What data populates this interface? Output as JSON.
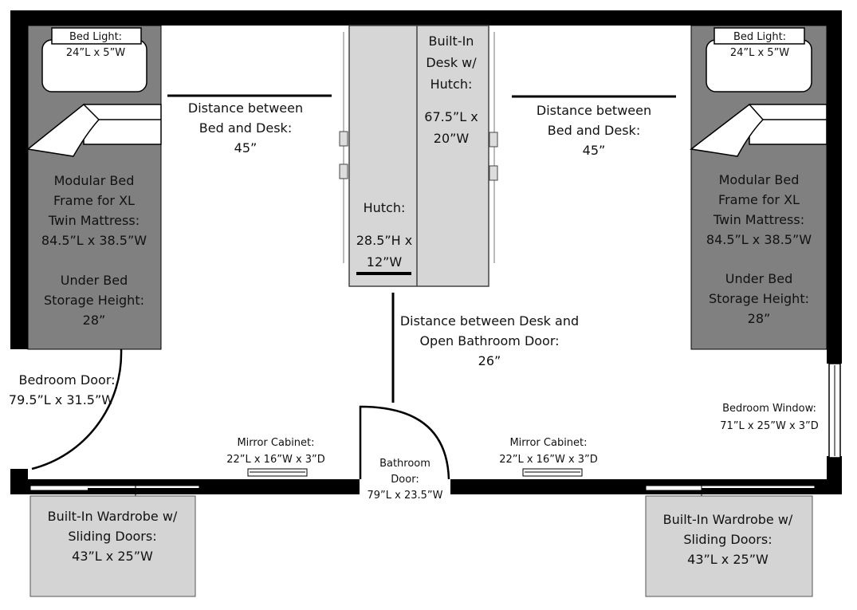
{
  "colors": {
    "wall": "#000000",
    "bed": "#808080",
    "desk": "#d6d6d6",
    "wardrobe": "#d4d4d4",
    "pillow": "#ffffff"
  },
  "left_bed": {
    "light_label": "Bed Light:",
    "light_size": "24”L x 5”W",
    "frame_lines": [
      "Modular Bed",
      "Frame for XL",
      "Twin Mattress:",
      "84.5”L x 38.5”W"
    ],
    "storage_lines": [
      "Under Bed",
      "Storage Height:",
      "28”"
    ]
  },
  "right_bed": {
    "light_label": "Bed Light:",
    "light_size": "24”L x 5”W",
    "frame_lines": [
      "Modular Bed",
      "Frame for XL",
      "Twin Mattress:",
      "84.5”L x 38.5”W"
    ],
    "storage_lines": [
      "Under Bed",
      "Storage Height:",
      "28”"
    ]
  },
  "desk": {
    "lines": [
      "Built-In",
      "Desk w/",
      "Hutch:"
    ],
    "size_lines": [
      "67.5”L x",
      "20”W"
    ]
  },
  "hutch": {
    "label": "Hutch:",
    "size_lines": [
      "28.5”H x",
      "12”W"
    ]
  },
  "dist_left": [
    "Distance between",
    "Bed and Desk:",
    "45”"
  ],
  "dist_right": [
    "Distance between",
    "Bed and Desk:",
    "45”"
  ],
  "dist_bath": [
    "Distance between Desk and",
    "Open Bathroom Door:",
    "26”"
  ],
  "bedroom_door": [
    "Bedroom Door:",
    "79.5”L x 31.5”W"
  ],
  "bedroom_window": [
    "Bedroom Window:",
    "71”L x 25”W x 3”D"
  ],
  "mirror_left": [
    "Mirror Cabinet:",
    "22”L x 16”W x 3”D"
  ],
  "mirror_right": [
    "Mirror Cabinet:",
    "22”L x 16”W x 3”D"
  ],
  "bathroom_door": [
    "Bathroom",
    "Door:",
    "79”L x 23.5”W"
  ],
  "wardrobe_left": [
    "Built-In Wardrobe w/",
    "Sliding Doors:",
    "43”L x 25”W"
  ],
  "wardrobe_right": [
    "Built-In Wardrobe w/",
    "Sliding Doors:",
    "43”L x 25”W"
  ]
}
